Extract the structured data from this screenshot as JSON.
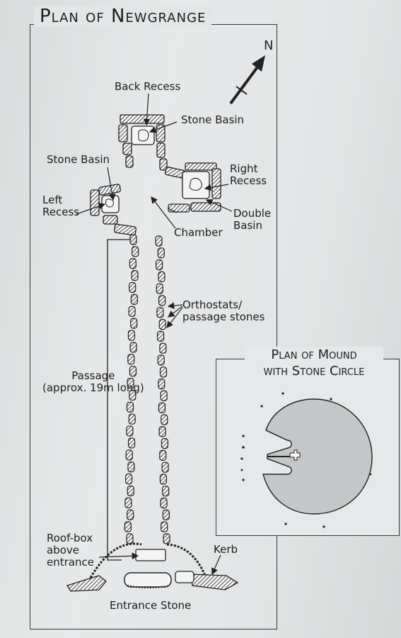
{
  "title": "Plan of Newgrange",
  "north_label": "N",
  "labels": {
    "back_recess": "Back Recess",
    "stone_basin_top": "Stone Basin",
    "stone_basin_left": "Stone Basin",
    "right_recess": "Right\nRecess",
    "left_recess": "Left\nRecess",
    "double_basin": "Double\nBasin",
    "chamber": "Chamber",
    "orthostats": "Orthostats/\npassage stones",
    "passage": "Passage\n(approx. 19m long)",
    "roof_box": "Roof-box\nabove\nentrance",
    "kerb": "Kerb",
    "entrance_stone": "Entrance Stone"
  },
  "inset": {
    "title": "Plan of Mound\nwith Stone Circle"
  },
  "colors": {
    "ink": "#1e1e1e",
    "stone_fill": "#f2f2f2",
    "mound_fill": "#c4c6c7",
    "background": "#e4e6e7"
  }
}
